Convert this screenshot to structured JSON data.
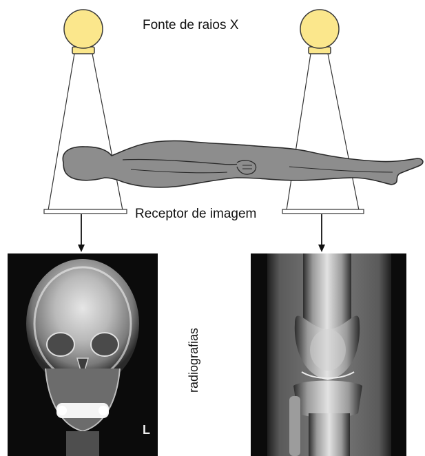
{
  "labels": {
    "source": "Fonte de raios X",
    "receptor": "Receptor de imagem",
    "radiographs": "radiografias",
    "skull_marker": "L"
  },
  "colors": {
    "tube": "#fbe78c",
    "tube_stroke": "#3a3a3a",
    "body": "#8d8d8d",
    "body_stroke": "#2b2b2b",
    "film_bg": "#0b0b0b"
  },
  "icons": [
    "x-ray-tube-icon",
    "human-body-silhouette",
    "skull-radiograph",
    "knee-radiograph"
  ]
}
